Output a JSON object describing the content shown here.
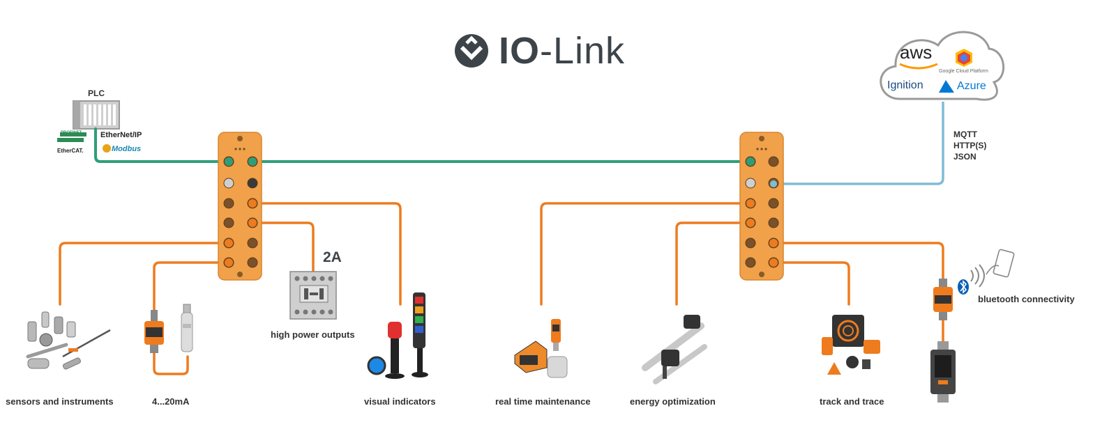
{
  "title": {
    "bold": "IO",
    "rest": "-Link"
  },
  "plc": {
    "label": "PLC",
    "protocols": [
      "EtherNet/IP",
      "Modbus",
      "PROFINET",
      "EtherCAT."
    ]
  },
  "cloud": {
    "providers": [
      "aws",
      "Google Cloud Platform",
      "Ignition",
      "Azure"
    ],
    "protocols": [
      "MQTT",
      "HTTP(S)",
      "JSON"
    ]
  },
  "labels": {
    "sensors": "sensors and instruments",
    "analog": "4...20mA",
    "high_power": "high power outputs",
    "amps": "2A",
    "visual": "visual indicators",
    "maintenance": "real time maintenance",
    "energy": "energy optimization",
    "track": "track and trace",
    "bluetooth": "bluetooth connectivity"
  },
  "colors": {
    "ethernet": "#2e9e78",
    "iolink": "#ee7b1e",
    "cloud_link": "#7fbcd6",
    "master": "#f0a14a",
    "text": "#333333"
  }
}
